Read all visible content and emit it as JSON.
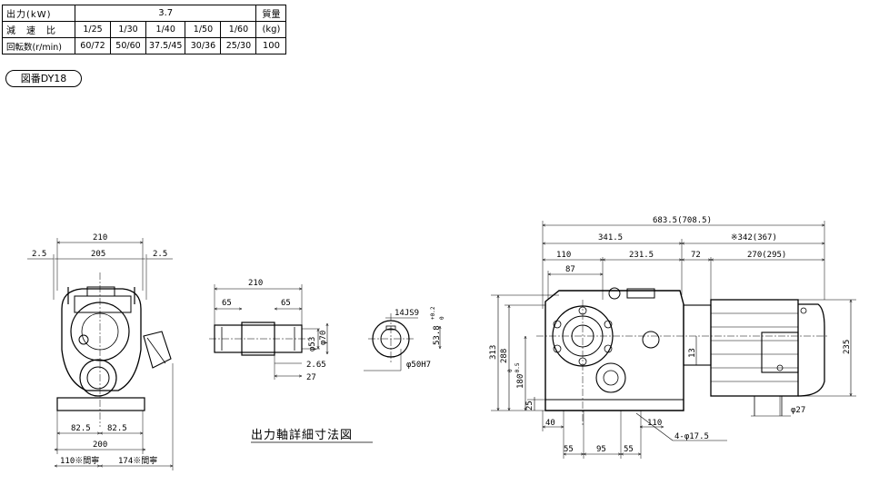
{
  "spec_table": {
    "output_label": "出力(kW)",
    "output_value": "3.7",
    "ratio_label": "減　速　比",
    "ratios": [
      "1/25",
      "1/30",
      "1/40",
      "1/50",
      "1/60"
    ],
    "speed_label": "回転数(r/min)",
    "speeds": [
      "60/72",
      "50/60",
      "37.5/45",
      "30/36",
      "25/30"
    ],
    "mass_label": "質量",
    "mass_unit": "(kg)",
    "mass_value": "100"
  },
  "figure_number": "図番DY18",
  "front_view": {
    "dim_total_width": "210",
    "dim_left_offset": "2.5",
    "dim_inner_width": "205",
    "dim_right_offset": "2.5",
    "dim_half_left": "82.5",
    "dim_half_right": "82.5",
    "dim_base": "200",
    "dim_bottom_left": "110※間寧",
    "dim_bottom_right": "174※間寧"
  },
  "shaft_detail": {
    "dim_length": "210",
    "dim_left": "65",
    "dim_right": "65",
    "dim_dia_53": "φ53",
    "dim_dia_70": "φ70",
    "dim_265": "2.65",
    "dim_27": "27",
    "key_width": "14JS9",
    "key_depth": "53.8",
    "key_tol_upper": "+0.2",
    "key_tol_lower": "0",
    "bore": "φ50H7",
    "title": "出力軸詳細寸法図"
  },
  "side_view": {
    "dim_overall": "683.5(708.5)",
    "dim_3415": "341.5",
    "dim_motor": "※342(367)",
    "dim_110": "110",
    "dim_2315": "231.5",
    "dim_72": "72",
    "dim_270": "270(295)",
    "dim_87": "87",
    "dim_313": "313",
    "dim_288": "288",
    "dim_180": "180",
    "dim_180_tol_upper": "0",
    "dim_180_tol_lower": "-0.5",
    "dim_25": "25",
    "dim_13": "13",
    "dim_235": "235",
    "dim_27": "φ27",
    "dim_40": "40",
    "dim_110b": "110",
    "dim_55a": "55",
    "dim_95": "95",
    "dim_55b": "55",
    "holes": "4-φ17.5"
  }
}
